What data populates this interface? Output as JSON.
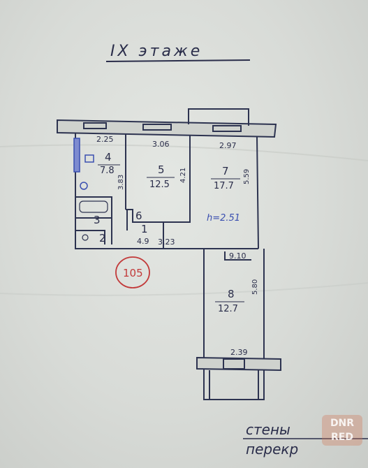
{
  "title": "IX этаже",
  "rooms": [
    {
      "id": "room-4",
      "number": "4",
      "area": "7.8"
    },
    {
      "id": "room-5",
      "number": "5",
      "area": "12.5"
    },
    {
      "id": "room-7",
      "number": "7",
      "area": "17.7"
    },
    {
      "id": "room-1",
      "number": "1",
      "area": "4.9"
    },
    {
      "id": "room-2",
      "number": "2",
      "area": ""
    },
    {
      "id": "room-3",
      "number": "3",
      "area": ""
    },
    {
      "id": "room-6",
      "number": "6",
      "area": ""
    },
    {
      "id": "room-8",
      "number": "8",
      "area": "12.7"
    }
  ],
  "dimensions": {
    "top_left": "2.25",
    "top_middle": "3.06",
    "top_right": "2.97",
    "room4_side": "3.83",
    "room5_side": "4.21",
    "room7_side": "5.59",
    "hall_width": "3.23",
    "stair_width": "9.10",
    "room8_side": "5.80",
    "balcony_width": "2.39"
  },
  "ceiling_note": "h=2.51",
  "stamp_number": "105",
  "bottom_note": {
    "line1": "стены",
    "line2": "перекр"
  },
  "watermark": {
    "line1": "DNR",
    "line2": "RED"
  }
}
